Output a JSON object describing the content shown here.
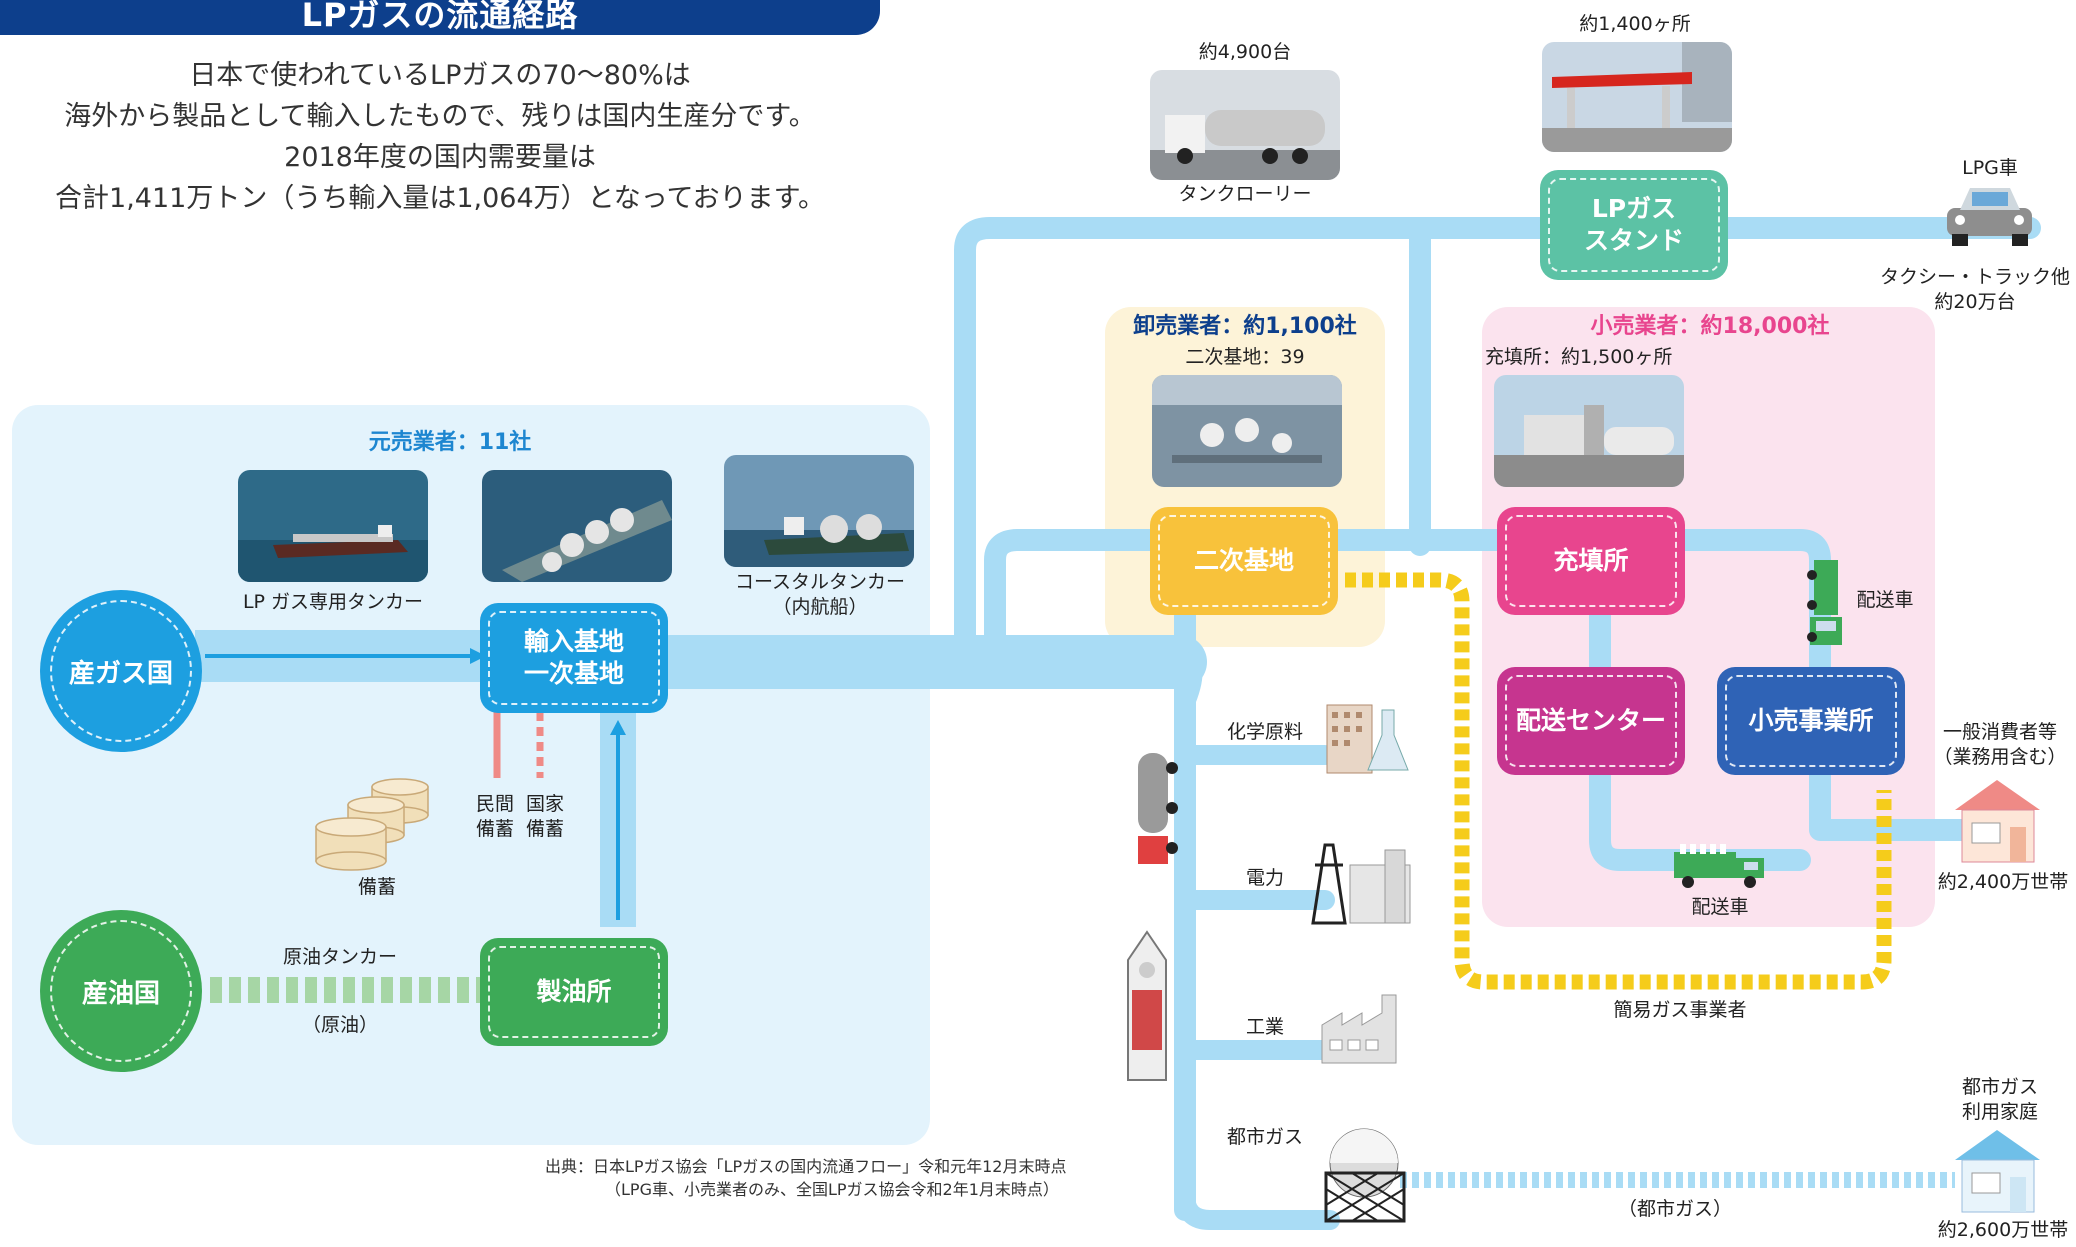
{
  "title": "LPガスの流通経路",
  "intro": [
    "日本で使われているLPガスの70～80%は",
    "海外から製品として輸入したもので、残りは国内生産分です。",
    "2018年度の国内需要量は",
    "合計1,411万トン（うち輸入量は1,064万）となっております。"
  ],
  "panels": {
    "motouri": "元売業者：11社",
    "oroshi": "卸売業者：約1,100社",
    "kouri": "小売業者：約18,000社"
  },
  "nodes": {
    "sangasu": "産ガス国",
    "sanyu": "産油国",
    "yunyu_line1": "輸入基地",
    "yunyu_line2": "一次基地",
    "seiyu": "製油所",
    "niji": "二次基地",
    "stand_line1": "LPガス",
    "stand_line2": "スタンド",
    "juten": "充填所",
    "haiso_center": "配送センター",
    "kouri_jigyo": "小売事業所"
  },
  "labels": {
    "tanker": "LP ガス専用タンカー",
    "coastal_line1": "コースタルタンカー",
    "coastal_line2": "（内航船）",
    "minkan_line1": "民間",
    "minkan_line2": "備蓄",
    "kokka_line1": "国家",
    "kokka_line2": "備蓄",
    "bichiku": "備蓄",
    "crude_tanker": "原油タンカー",
    "crude": "（原油）",
    "lorry_count": "約4,900台",
    "lorry": "タンクローリー",
    "stand_count": "約1,400ヶ所",
    "lpg_car": "LPG車",
    "taxi_line1": "タクシー・トラック他",
    "taxi_line2": "約20万台",
    "niji_count": "二次基地：39",
    "juten_count": "充填所：約1,500ヶ所",
    "haisosha_right": "配送車",
    "haisosha_bottom": "配送車",
    "consumer_line1": "一般消費者等",
    "consumer_line2": "（業務用含む）",
    "households_lp": "約2,400万世帯",
    "kani_gas": "簡易ガス事業者",
    "chemical": "化学原料",
    "power": "電力",
    "industry": "工業",
    "city_gas": "都市ガス",
    "city_gas_flow": "（都市ガス）",
    "city_home_line1": "都市ガス",
    "city_home_line2": "利用家庭",
    "households_city": "約2,600万世帯"
  },
  "source": [
    "出典：日本LPガス協会「LPガスの国内流通フロー」令和元年12月末時点",
    "（LPG車、小売業者のみ、全国LPガス協会令和2年1月末時点）"
  ],
  "colors": {
    "title_bg": "#0d3f8c",
    "flow_blue": "#a9dcf5",
    "motouri_panel": "#e3f3fc",
    "oroshi_panel": "#fdf3d8",
    "kouri_panel": "#fbe3ee",
    "sangasu": "#1d9fe0",
    "sanyu": "#3daa57",
    "yunyu": "#1d9fe0",
    "seiyu": "#3daa57",
    "niji": "#f8c23b",
    "stand": "#5cc2a5",
    "juten": "#e8458e",
    "haiso_center": "#c6358f",
    "kouri_jigyo": "#2f63b6",
    "yellow_dash": "#f5cc1b",
    "panel_title_blue": "#1d86d0",
    "panel_title_oroshi": "#0d3f8c",
    "panel_title_kouri": "#e8458e"
  }
}
